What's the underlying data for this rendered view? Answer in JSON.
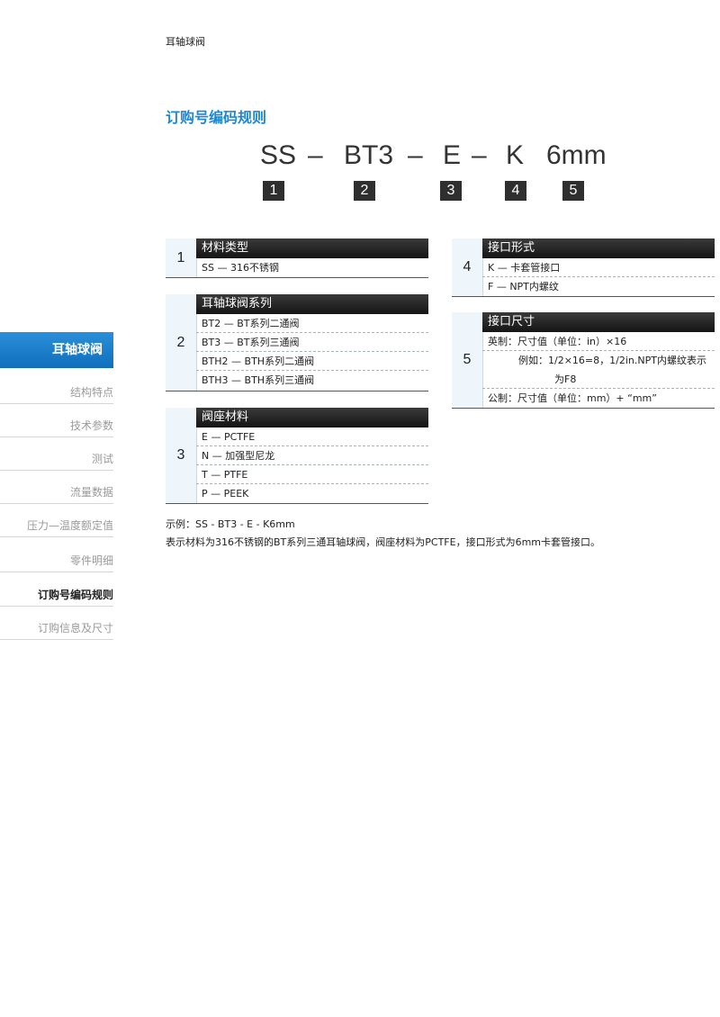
{
  "header": {
    "title": "耳轴球阀"
  },
  "section": {
    "title": "订购号编码规则"
  },
  "code": {
    "parts": [
      "SS",
      "–",
      "BT3",
      "–",
      "E",
      "–",
      "K",
      "6mm"
    ],
    "numbers": [
      "1",
      "2",
      "3",
      "4",
      "5"
    ]
  },
  "tables": {
    "t1": {
      "index": "1",
      "title": "材料类型",
      "rows": [
        "SS — 316不锈钢"
      ]
    },
    "t2": {
      "index": "2",
      "title": "耳轴球阀系列",
      "rows": [
        "BT2 — BT系列二通阀",
        "BT3 — BT系列三通阀",
        "BTH2 — BTH系列二通阀",
        "BTH3 — BTH系列三通阀"
      ]
    },
    "t3": {
      "index": "3",
      "title": "阀座材料",
      "rows": [
        "E — PCTFE",
        "N — 加强型尼龙",
        "T — PTFE",
        "P — PEEK"
      ]
    },
    "t4": {
      "index": "4",
      "title": "接口形式",
      "rows": [
        "K — 卡套管接口",
        "F — NPT内螺纹"
      ]
    },
    "t5": {
      "index": "5",
      "title": "接口尺寸",
      "rows": [
        "英制：尺寸值（单位：in）×16",
        "例如：1/2×16=8，1/2in.NPT内螺纹表示",
        "为F8",
        "公制：尺寸值（单位：mm）+ “mm”"
      ]
    }
  },
  "example": {
    "code": "示例：SS - BT3 - E - K6mm",
    "description": "表示材料为316不锈钢的BT系列三通耳轴球阀，阀座材料为PCTFE，接口形式为6mm卡套管接口。"
  },
  "sidebar": {
    "active": "耳轴球阀",
    "items": [
      "结构特点",
      "技术参数",
      "测试",
      "流量数据",
      "压力—温度额定值",
      "零件明细",
      "订购号编码规则",
      "订购信息及尺寸"
    ]
  },
  "colors": {
    "accent": "#1f87cf",
    "dark_header": "#1e1e1e",
    "index_bg": "#eef6fb"
  }
}
